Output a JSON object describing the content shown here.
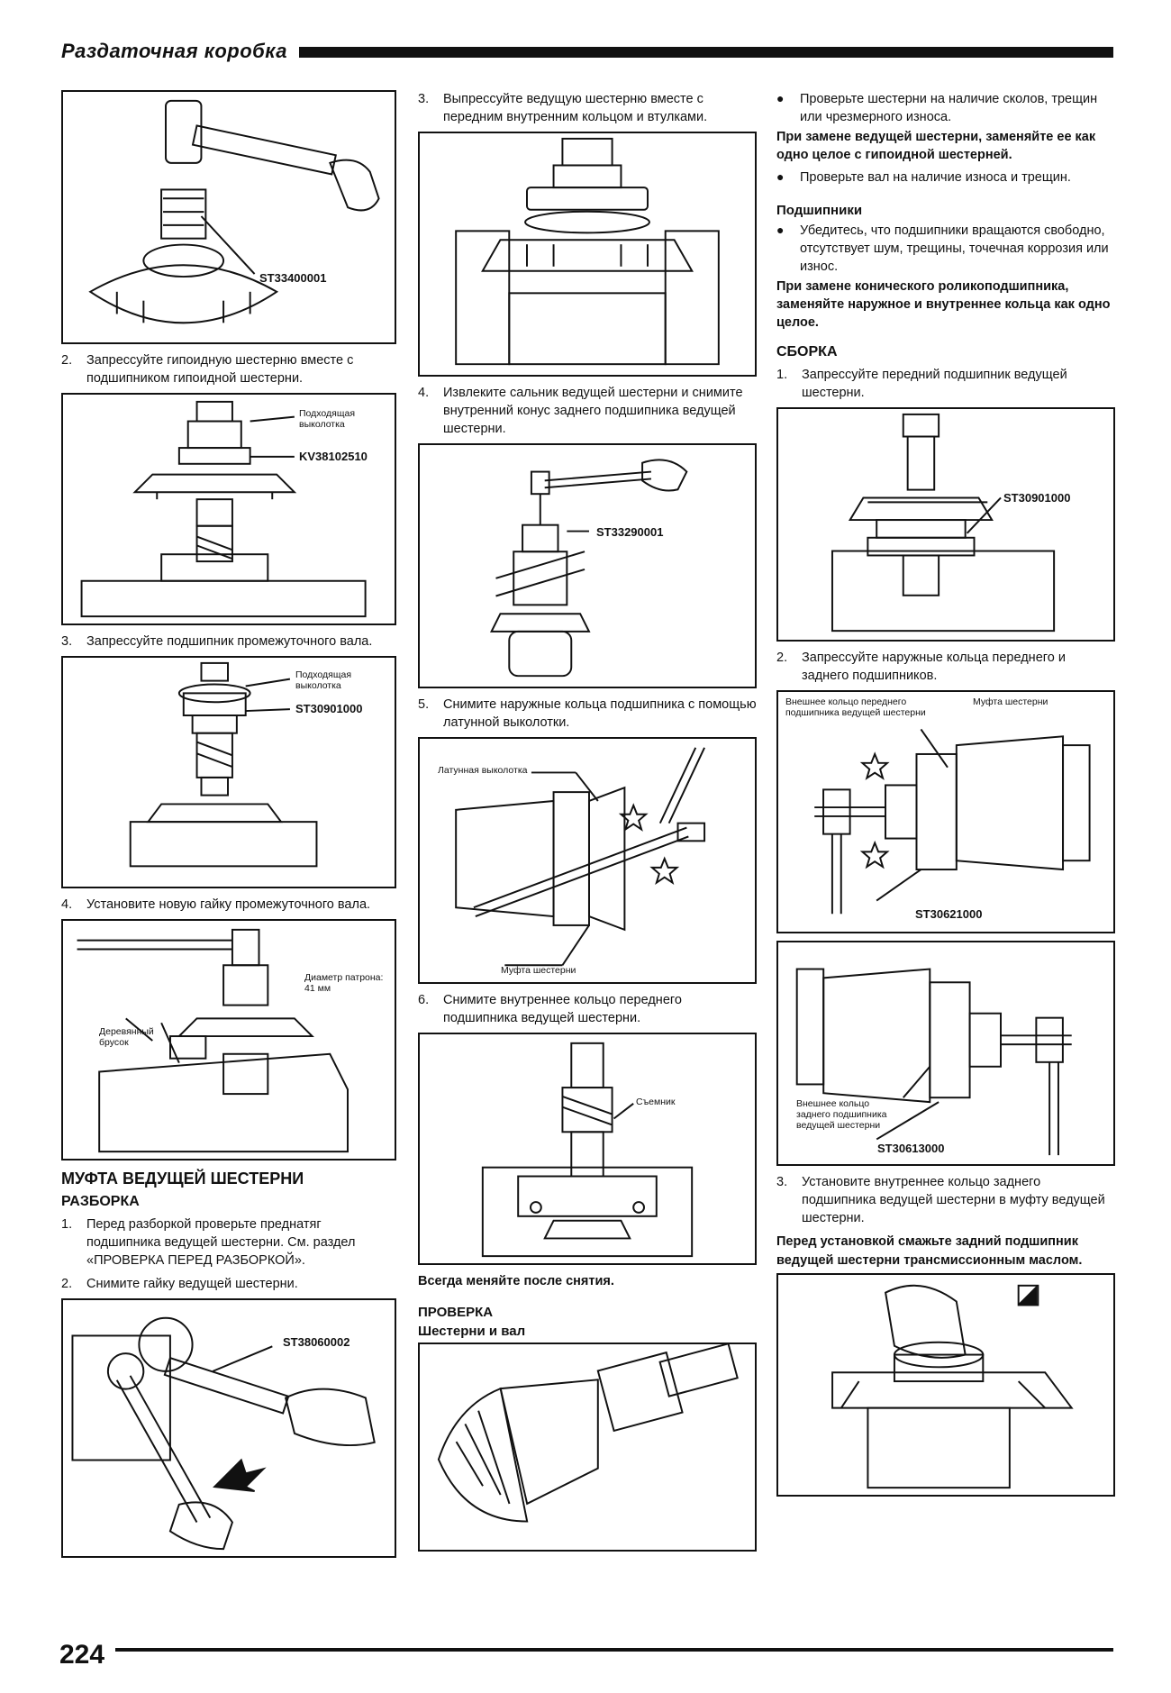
{
  "header": {
    "title": "Раздаточная коробка"
  },
  "footer": {
    "page_number": "224"
  },
  "col1": {
    "fig1_label": "ST33400001",
    "step2": {
      "num": "2.",
      "text": "Запрессуйте гипоидную шестерню вместе с подшипником гипоидной шестерни."
    },
    "fig2_label1": "Подходящая выколотка",
    "fig2_label2": "KV38102510",
    "step3": {
      "num": "3.",
      "text": "Запрессуйте подшипник промежуточного вала."
    },
    "fig3_label1": "Подходящая выколотка",
    "fig3_label2": "ST30901000",
    "step4": {
      "num": "4.",
      "text": "Установите новую гайку промежуточного вала."
    },
    "fig4_label1": "Диаметр патрона: 41 мм",
    "fig4_label2": "Деревянный брусок",
    "section_title": "МУФТА ВЕДУЩЕЙ ШЕСТЕРНИ",
    "subsection_title": "РАЗБОРКА",
    "dis_step1": {
      "num": "1.",
      "text": "Перед разборкой проверьте преднатяг подшипника ведущей шестерни. См. раздел «ПРОВЕРКА ПЕРЕД РАЗБОРКОЙ»."
    },
    "dis_step2": {
      "num": "2.",
      "text": "Снимите гайку ведущей шестерни."
    },
    "fig5_label": "ST38060002"
  },
  "col2": {
    "step3": {
      "num": "3.",
      "text": "Выпрессуйте ведущую шестерню вместе с передним внутренним кольцом и втулками."
    },
    "step4": {
      "num": "4.",
      "text": "Извлеките сальник ведущей шестерни и снимите внутренний конус заднего подшипника ведущей шестерни."
    },
    "fig2_label": "ST33290001",
    "step5": {
      "num": "5.",
      "text": "Снимите наружные кольца подшипника с помощью латунной выколотки."
    },
    "fig3_label1": "Латунная выколотка",
    "fig3_label2": "Муфта шестерни",
    "step6": {
      "num": "6.",
      "text": "Снимите внутреннее кольцо переднего подшипника ведущей шестерни."
    },
    "fig4_label": "Съемник",
    "note": "Всегда меняйте после снятия.",
    "section_title": "ПРОВЕРКА",
    "subsection_title": "Шестерни и вал"
  },
  "col3": {
    "bullet1": "Проверьте шестерни на наличие сколов, трещин или чрезмерного износа.",
    "bold1": "При замене ведущей шестерни, заменяйте ее как одно целое с гипоидной шестерней.",
    "bullet2": "Проверьте вал на наличие износа и трещин.",
    "bearings_title": "Подшипники",
    "bullet3": "Убедитесь, что подшипники вращаются свободно, отсутствует шум, трещины, точечная коррозия или износ.",
    "bold2": "При замене конического роликоподшипника, заменяйте наружное и внутреннее кольца как одно целое.",
    "assembly_title": "СБОРКА",
    "step1": {
      "num": "1.",
      "text": "Запрессуйте передний подшипник ведущей шестерни."
    },
    "fig1_label": "ST30901000",
    "step2": {
      "num": "2.",
      "text": "Запрессуйте наружные кольца переднего и заднего подшипников."
    },
    "fig2_label1": "Внешнее кольцо переднего подшипника ведущей шестерни",
    "fig2_label2": "Муфта шестерни",
    "fig2_label3": "ST30621000",
    "fig3_label1": "Внешнее кольцо заднего подшипника ведущей шестерни",
    "fig3_label2": "ST30613000",
    "step3": {
      "num": "3.",
      "text": "Установите внутреннее кольцо заднего подшипника ведущей шестерни в муфту ведущей шестерни."
    },
    "bold3": "Перед установкой смажьте задний подшипник ведущей шестерни трансмиссионным маслом."
  }
}
